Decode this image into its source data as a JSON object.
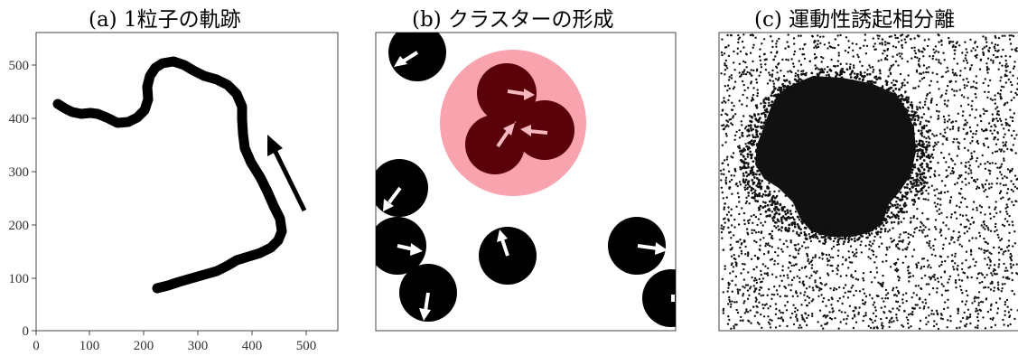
{
  "panels": {
    "a": {
      "title": "(a) 1粒子の軌跡",
      "x_ticks": [
        "0",
        "100",
        "200",
        "300",
        "400",
        "500"
      ],
      "y_ticks": [
        "0",
        "100",
        "200",
        "300",
        "400",
        "500"
      ]
    },
    "b": {
      "title": "(b) クラスターの形成"
    },
    "c": {
      "title": "(c) 運動性誘起相分離"
    }
  },
  "colors": {
    "particle": "#000000",
    "cluster_particle": "#5a0008",
    "cluster_halo": "#f9a3ae",
    "arrow_on_particle": "#ffffff",
    "arrow_in_cluster": "#f7b8c0"
  }
}
